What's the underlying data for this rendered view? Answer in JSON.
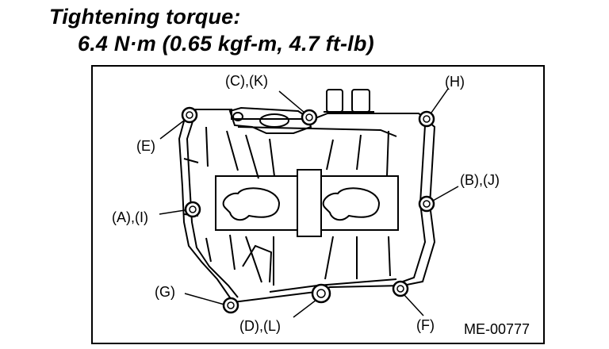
{
  "title": {
    "line1": "Tightening torque:",
    "line2": "6.4 N·m (0.65 kgf-m, 4.7 ft-lb)"
  },
  "diagram": {
    "callouts": {
      "ck": "(C),(K)",
      "h": "(H)",
      "e": "(E)",
      "bj": "(B),(J)",
      "ai": "(A),(I)",
      "g": "(G)",
      "dl": "(D),(L)",
      "f": "(F)"
    },
    "figure_code": "ME-00777"
  }
}
